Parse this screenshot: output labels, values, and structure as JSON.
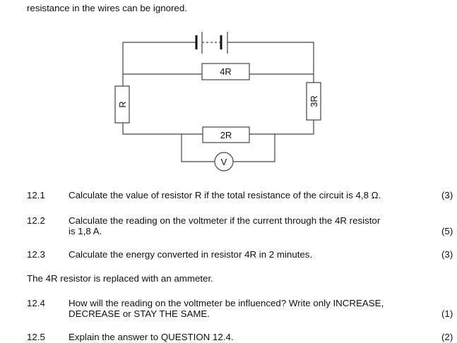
{
  "intro": "resistance in the wires can be ignored.",
  "circuit": {
    "r_top": "4R",
    "r_left": "R",
    "r_right": "3R",
    "r_bottom": "2R",
    "meter": "V"
  },
  "questions": [
    {
      "num": "12.1",
      "line1": "Calculate the value of resistor R if the total resistance of the circuit is 4,8 Ω.",
      "line2": "",
      "marks": "(3)"
    },
    {
      "num": "12.2",
      "line1": "Calculate the reading on the voltmeter if the current through the 4R resistor",
      "line2": "is 1,8 A.",
      "marks": "(5)"
    },
    {
      "num": "12.3",
      "line1": "Calculate the energy converted in resistor 4R in 2 minutes.",
      "line2": "",
      "marks": "(3)"
    },
    {
      "num": "12.4",
      "line1": "How will the reading on the voltmeter be influenced? Write only INCREASE,",
      "line2": "DECREASE or STAY THE SAME.",
      "marks": "(1)"
    },
    {
      "num": "12.5",
      "line1": "Explain the answer to QUESTION 12.4.",
      "line2": "",
      "marks": "(2)"
    }
  ],
  "statement": "The 4R resistor is replaced with an ammeter."
}
